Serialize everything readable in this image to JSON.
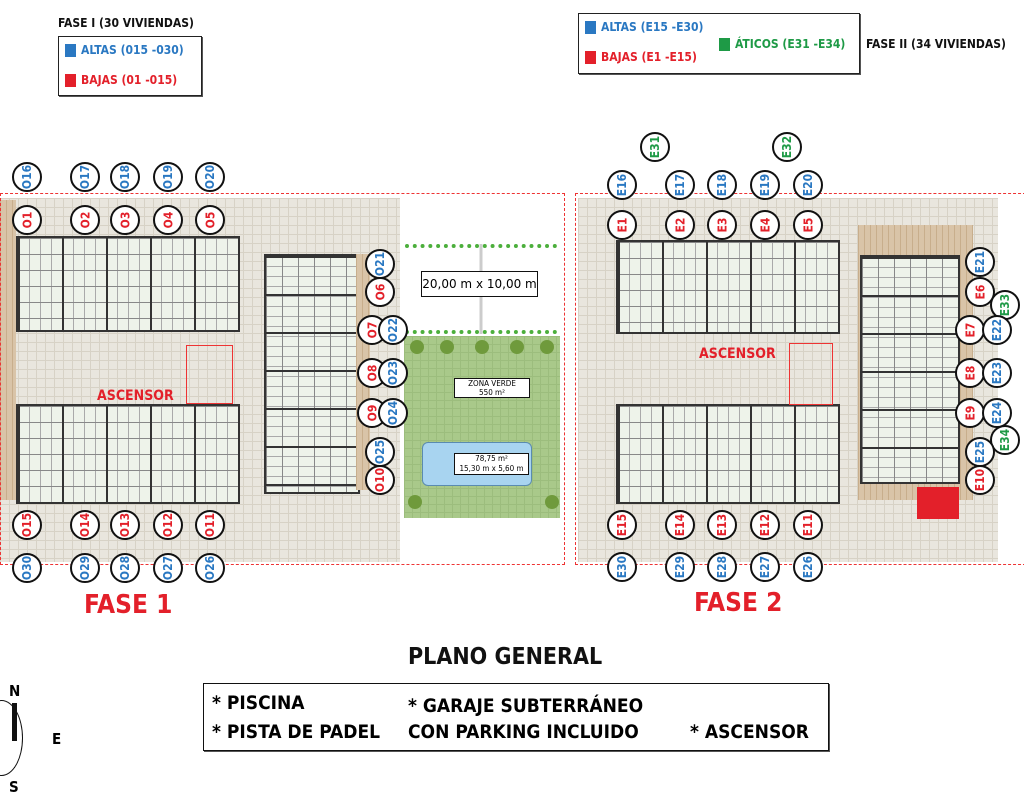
{
  "phase1": {
    "header": "FASE I (30 VIVIENDAS)",
    "legend": [
      {
        "label": "ALTAS (015 -030)",
        "color": "#2a78c2"
      },
      {
        "label": "BAJAS (01 -015)",
        "color": "#e3202a"
      }
    ],
    "name": "FASE 1",
    "ascensor": "ASCENSOR"
  },
  "phase2": {
    "header": "FASE II (34 VIVIENDAS)",
    "legend": [
      {
        "label": "ALTAS (E15 -E30)",
        "color": "#2a78c2"
      },
      {
        "label": "BAJAS (E1 -E15)",
        "color": "#e3202a"
      },
      {
        "label": "ÁTICOS (E31 -E34)",
        "color": "#1e9a46"
      }
    ],
    "name": "FASE 2",
    "ascensor": "ASCENSOR"
  },
  "colors": {
    "alta": "#2a78c2",
    "baja": "#e3202a",
    "atico": "#1e9a46"
  },
  "markers": [
    {
      "label": "O16",
      "type": "alta"
    },
    {
      "label": "O17",
      "type": "alta"
    },
    {
      "label": "O18",
      "type": "alta"
    },
    {
      "label": "O19",
      "type": "alta"
    },
    {
      "label": "O20",
      "type": "alta"
    },
    {
      "label": "O1",
      "type": "baja"
    },
    {
      "label": "O2",
      "type": "baja"
    },
    {
      "label": "O3",
      "type": "baja"
    },
    {
      "label": "O4",
      "type": "baja"
    },
    {
      "label": "O5",
      "type": "baja"
    },
    {
      "label": "O15",
      "type": "baja"
    },
    {
      "label": "O14",
      "type": "baja"
    },
    {
      "label": "O13",
      "type": "baja"
    },
    {
      "label": "O12",
      "type": "baja"
    },
    {
      "label": "O11",
      "type": "baja"
    },
    {
      "label": "O30",
      "type": "alta"
    },
    {
      "label": "O29",
      "type": "alta"
    },
    {
      "label": "O28",
      "type": "alta"
    },
    {
      "label": "O27",
      "type": "alta"
    },
    {
      "label": "O26",
      "type": "alta"
    },
    {
      "label": "O21",
      "type": "alta"
    },
    {
      "label": "O6",
      "type": "baja"
    },
    {
      "label": "O7",
      "type": "baja"
    },
    {
      "label": "O22",
      "type": "alta"
    },
    {
      "label": "O8",
      "type": "baja"
    },
    {
      "label": "O23",
      "type": "alta"
    },
    {
      "label": "O9",
      "type": "baja"
    },
    {
      "label": "O24",
      "type": "alta"
    },
    {
      "label": "O25",
      "type": "alta"
    },
    {
      "label": "O10",
      "type": "baja"
    },
    {
      "label": "E31",
      "type": "atico"
    },
    {
      "label": "E32",
      "type": "atico"
    },
    {
      "label": "E16",
      "type": "alta"
    },
    {
      "label": "E17",
      "type": "alta"
    },
    {
      "label": "E18",
      "type": "alta"
    },
    {
      "label": "E19",
      "type": "alta"
    },
    {
      "label": "E20",
      "type": "alta"
    },
    {
      "label": "E1",
      "type": "baja"
    },
    {
      "label": "E2",
      "type": "baja"
    },
    {
      "label": "E3",
      "type": "baja"
    },
    {
      "label": "E4",
      "type": "baja"
    },
    {
      "label": "E5",
      "type": "baja"
    },
    {
      "label": "E15",
      "type": "baja"
    },
    {
      "label": "E14",
      "type": "baja"
    },
    {
      "label": "E13",
      "type": "baja"
    },
    {
      "label": "E12",
      "type": "baja"
    },
    {
      "label": "E11",
      "type": "baja"
    },
    {
      "label": "E30",
      "type": "alta"
    },
    {
      "label": "E29",
      "type": "alta"
    },
    {
      "label": "E28",
      "type": "alta"
    },
    {
      "label": "E27",
      "type": "alta"
    },
    {
      "label": "E26",
      "type": "alta"
    },
    {
      "label": "E21",
      "type": "alta"
    },
    {
      "label": "E6",
      "type": "baja"
    },
    {
      "label": "E33",
      "type": "atico"
    },
    {
      "label": "E7",
      "type": "baja"
    },
    {
      "label": "E22",
      "type": "alta"
    },
    {
      "label": "E8",
      "type": "baja"
    },
    {
      "label": "E23",
      "type": "alta"
    },
    {
      "label": "E9",
      "type": "baja"
    },
    {
      "label": "E24",
      "type": "alta"
    },
    {
      "label": "E34",
      "type": "atico"
    },
    {
      "label": "E25",
      "type": "alta"
    },
    {
      "label": "E10",
      "type": "baja"
    }
  ],
  "amenities": {
    "padel": "20,00 m x 10,00 m",
    "zona_verde": "ZONA VERDE",
    "zona_verde_area": "550 m²",
    "pool_area": "78,75 m²",
    "pool_dims": "15,30 m x 5,60 m"
  },
  "title": "PLANO GENERAL",
  "features": {
    "piscina": "* PISCINA",
    "padel": "* PISTA DE PADEL",
    "garaje_1": "* GARAJE SUBTERRÁNEO",
    "garaje_2": "CON PARKING INCLUIDO",
    "ascensor": "* ASCENSOR"
  },
  "compass": {
    "n": "N",
    "e": "E",
    "s": "S"
  }
}
